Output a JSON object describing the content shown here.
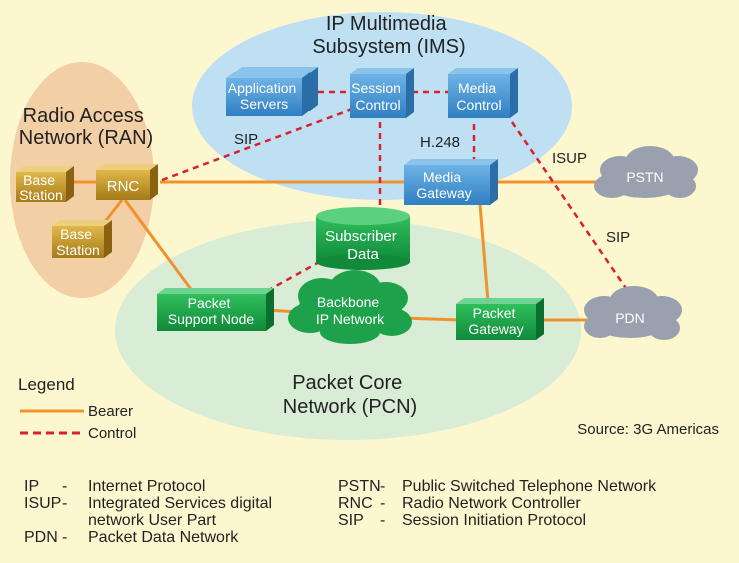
{
  "colors": {
    "background": "#fdf7cf",
    "bearer": "#f0922e",
    "control": "#d9202c",
    "ims_cloud": "#bfe0f3",
    "ran_cloud": "#f3cfa5",
    "pcn_cloud": "#d8ecd6",
    "blue_node": "#3f8fd0",
    "green_node": "#1ea14b",
    "gold_node": "#c49a2a",
    "gray_cloud": "#9aa1ae"
  },
  "regions": {
    "ims": "IP Multimedia Subsystem (IMS)",
    "ran": "Radio Access Network (RAN)",
    "pcn": "Packet Core Network (PCN)"
  },
  "nodes": {
    "application_servers": [
      "Application",
      "Servers"
    ],
    "session_control": [
      "Session",
      "Control"
    ],
    "media_control": [
      "Media",
      "Control"
    ],
    "media_gateway": [
      "Media",
      "Gateway"
    ],
    "rnc": "RNC",
    "base_station_1": [
      "Base",
      "Station"
    ],
    "base_station_2": [
      "Base",
      "Station"
    ],
    "subscriber_data": [
      "Subscriber",
      "Data"
    ],
    "packet_support_node": [
      "Packet",
      "Support Node"
    ],
    "backbone": [
      "Backbone",
      "IP Network"
    ],
    "packet_gateway": [
      "Packet",
      "Gateway"
    ],
    "pstn": "PSTN",
    "pdn": "PDN"
  },
  "link_labels": {
    "sip_ran": "SIP",
    "h248": "H.248",
    "isup": "ISUP",
    "sip_pdn": "SIP"
  },
  "legend": {
    "title": "Legend",
    "bearer": "Bearer",
    "control": "Control"
  },
  "source": "Source: 3G Americas",
  "glossary": {
    "left": [
      {
        "abbr": "IP",
        "def": "Internet Protocol"
      },
      {
        "abbr": "ISUP",
        "def": "Integrated Services digital",
        "cont": "network User Part"
      },
      {
        "abbr": "PDN",
        "def": "Packet Data Network"
      }
    ],
    "right": [
      {
        "abbr": "PSTN",
        "def": "Public Switched Telephone Network"
      },
      {
        "abbr": "RNC",
        "def": "Radio Network Controller"
      },
      {
        "abbr": "SIP",
        "def": "Session Initiation Protocol"
      }
    ]
  }
}
